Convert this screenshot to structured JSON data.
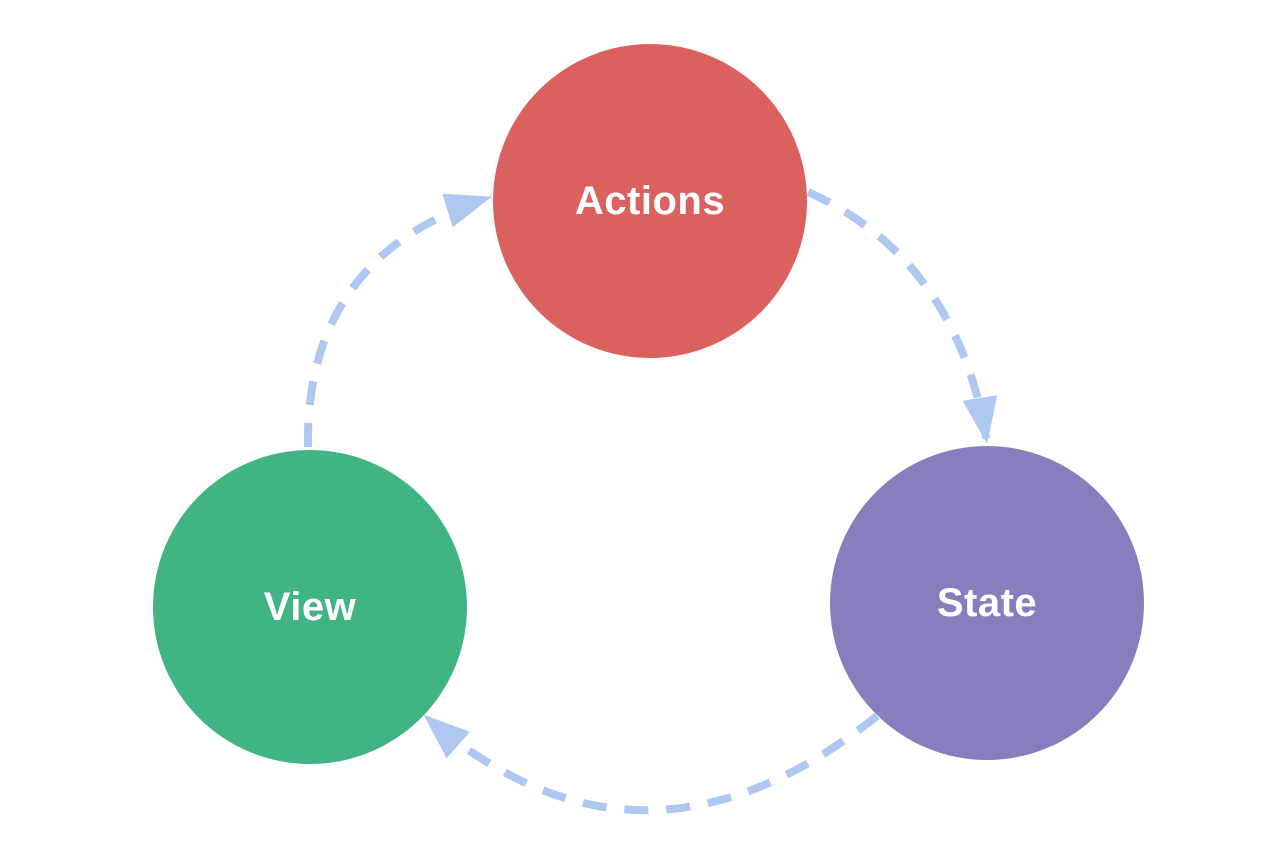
{
  "diagram": {
    "background_color": "#ffffff",
    "arrow_color": "#aec8f2",
    "nodes": [
      {
        "id": "actions",
        "label": "Actions",
        "fill": "#db615e",
        "text_color": "#ffffff"
      },
      {
        "id": "state",
        "label": "State",
        "fill": "#8a7dbe",
        "text_color": "#ffffff"
      },
      {
        "id": "view",
        "label": "View",
        "fill": "#40b483",
        "text_color": "#ffffff"
      }
    ],
    "edges": [
      {
        "from": "Actions",
        "to": "State"
      },
      {
        "from": "State",
        "to": "View"
      },
      {
        "from": "View",
        "to": "Actions"
      }
    ]
  }
}
